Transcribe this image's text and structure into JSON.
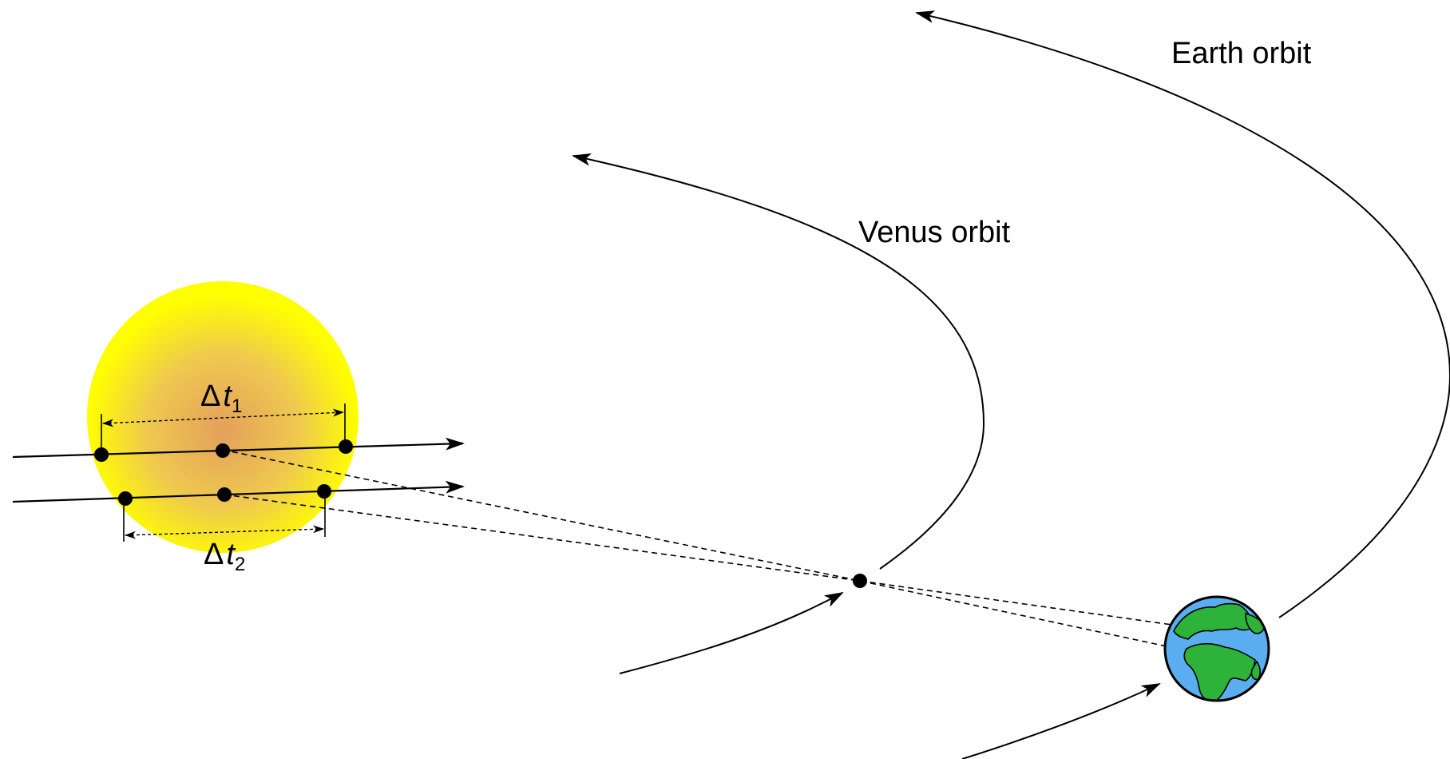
{
  "labels": {
    "earth_orbit": "Earth orbit",
    "venus_orbit": "Venus orbit"
  },
  "intervals": [
    {
      "delta": "Δ",
      "symbol": "t",
      "subscript": "1"
    },
    {
      "delta": "Δ",
      "symbol": "t",
      "subscript": "2"
    }
  ],
  "colors": {
    "sun_edge": "#ffff00",
    "sun_center": "#e3a05a",
    "earth_ocean": "#5aaef0",
    "earth_land": "#2db23a",
    "line": "#000000"
  },
  "icons": {
    "earth": "earth-globe-icon",
    "sun": "sun-disk"
  }
}
